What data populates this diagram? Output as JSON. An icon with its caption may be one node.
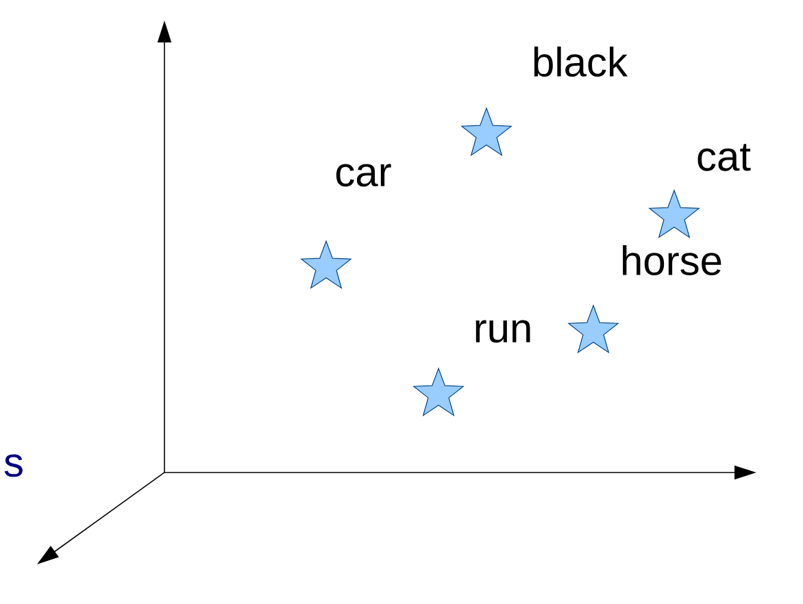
{
  "diagram": {
    "labels": [
      "black",
      "car",
      "cat",
      "horse",
      "run",
      "s"
    ]
  }
}
